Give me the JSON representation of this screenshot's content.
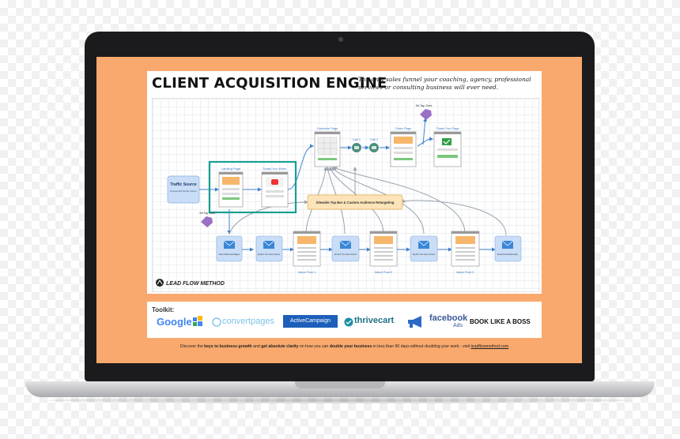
{
  "document": {
    "title": "CLIENT ACQUISITION ENGINE",
    "subtitle": "The only sales funnel your coaching, agency, professional services or consulting business will ever need."
  },
  "diagram": {
    "nodes": {
      "traffic_source": {
        "title": "Traffic Source",
        "detail": "Social, Email, SEO, Paid Traffic, Organic etc."
      },
      "landing_page": "Landing Page",
      "thank_you_video": "Thank You Video",
      "calendar_page": "Calendar Page",
      "call_1": "Call 1",
      "call_2": "Call 2",
      "order_page": "Order Page",
      "thank_you_page": "Thank You Page",
      "retargeting": "Sitewide Top Bar & Custom Audience Retargeting",
      "set_tag_lead": "Set Tag: Lead",
      "set_tag_client": "Set Tag: Client",
      "email_1": "Email 1 Watch Lead Magnet",
      "email_2": "Email 2 Your Next Content",
      "email_3": "Email 3 Your Next Content",
      "email_4": "Email 4 Your Next Content",
      "email_5": "Email 5 Final Roundup",
      "value_post_1": "Value Post 1",
      "value_post_2": "Value Post 2",
      "value_post_3": "Value Post 3",
      "brand": "LEAD FLOW METHOD"
    },
    "colors": {
      "highlight": "#1a9e95",
      "retarget_bg": "#fde4b8",
      "tag": "#9a6fc4",
      "node_blue": "#c9ddf7",
      "call_green": "#4a8f7c"
    }
  },
  "toolkit": {
    "label": "Toolkit:",
    "logos": {
      "google": "Google",
      "convertpages": "convertpages",
      "activecampaign": "ActiveCampaign",
      "thrivecart": "thrivecart",
      "facebook": "facebook",
      "facebook_sub": "Ads",
      "bookalike": "BOOK LIKE A BOSS"
    }
  },
  "footer": {
    "p1": "Discover the ",
    "b1": "keys to business growth",
    "p2": " and ",
    "b2": "get absolute clarity",
    "p3": " on how you can ",
    "b3": "double your business",
    "p4": " in less than 90 days without doubling your work - visit ",
    "link": "leadflowmethod.com"
  }
}
